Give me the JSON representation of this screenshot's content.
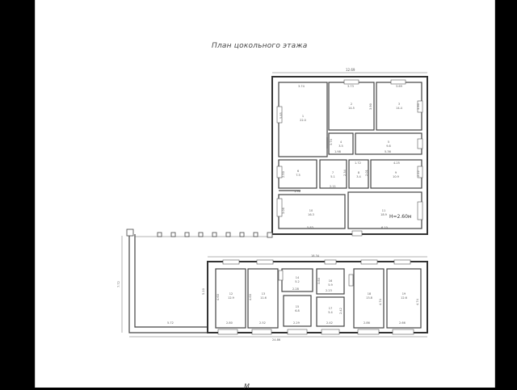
{
  "title": "План цокольного этажа",
  "scale_label": "М",
  "height_label": "Н=2.60м",
  "dims": {
    "top_total": "12.69",
    "top_left": "3.74",
    "top_mid": "3.73",
    "top_right": "3.69",
    "r1_side": "5.85",
    "r2_side": "3.90",
    "r3_side": "3.90",
    "r4_side": "3.74",
    "r4_bottom": "1.98",
    "r5_bottom": "5.36",
    "r6_side": "2.50",
    "r7_bottom": "2.11",
    "r7_side": "2.34",
    "r8_top": "1.72",
    "r8_side": "2.01",
    "r9_top": "4.25",
    "r9_side": "2.22",
    "r6_bottom": "1.96",
    "r10_side": "3.06",
    "r10_bottom": "5.83",
    "r11_bottom": "6.10",
    "low_top": "18.34",
    "low_bottom": "24.86",
    "terrace_side": "7.72",
    "terrace_bottom": "5.72",
    "low_left_side": "5.10",
    "lr1_side": "4.60",
    "lr2_side": "4.60",
    "lr1_bottom": "2.80",
    "lr2_bottom": "2.52",
    "lr3_bottom": "2.28",
    "lr4_bottom": "2.29",
    "lr5_side": "3.80",
    "lr6_side": "2.42",
    "lr6_bottom": "2.42",
    "lr6_inner": "2.23",
    "lr7_bottom": "2.86",
    "lr8_bottom": "2.66",
    "lr7_side": "4.74",
    "lr8_side": "4.74"
  },
  "rooms": [
    {
      "num": "1",
      "area": "22.0"
    },
    {
      "num": "2",
      "area": "14.5"
    },
    {
      "num": "3",
      "area": "14.4"
    },
    {
      "num": "4",
      "area": "3.5"
    },
    {
      "num": "5",
      "area": "9.8"
    },
    {
      "num": "6",
      "area": "7.5"
    },
    {
      "num": "7",
      "area": "5.1"
    },
    {
      "num": "8",
      "area": "3.4"
    },
    {
      "num": "9",
      "area": "10.9"
    },
    {
      "num": "10",
      "area": "16.3"
    },
    {
      "num": "11",
      "area": "18.9"
    }
  ],
  "lower_rooms": [
    {
      "num": "12",
      "area": "12.9"
    },
    {
      "num": "13",
      "area": "11.6"
    },
    {
      "num": "14",
      "area": "5.2"
    },
    {
      "num": "15",
      "area": "6.8"
    },
    {
      "num": "16",
      "area": "5.9"
    },
    {
      "num": "17",
      "area": "5.4"
    },
    {
      "num": "18",
      "area": "13.8"
    },
    {
      "num": "19",
      "area": "12.6"
    }
  ],
  "colors": {
    "background": "#000000",
    "sheet": "#ffffff",
    "ink": "#333333"
  }
}
